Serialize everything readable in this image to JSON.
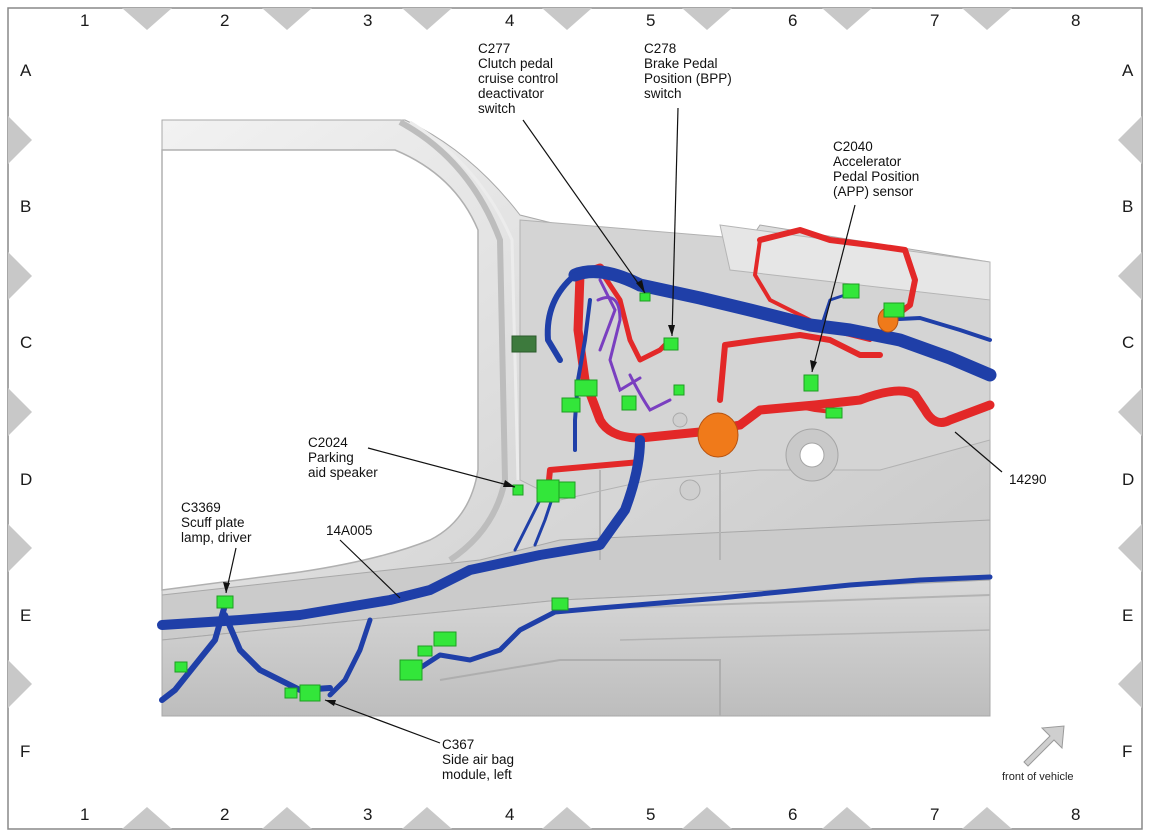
{
  "grid": {
    "columns": [
      "1",
      "2",
      "3",
      "4",
      "5",
      "6",
      "7",
      "8"
    ],
    "rows": [
      "A",
      "B",
      "C",
      "D",
      "E",
      "F"
    ]
  },
  "callouts": {
    "c277": {
      "id": "C277",
      "lines": [
        "Clutch pedal",
        "cruise control",
        "deactivator",
        "switch"
      ]
    },
    "c278": {
      "id": "C278",
      "lines": [
        "Brake Pedal",
        "Position (BPP)",
        "switch"
      ]
    },
    "c2040": {
      "id": "C2040",
      "lines": [
        "Accelerator",
        "Pedal Position",
        "(APP) sensor"
      ]
    },
    "c2024": {
      "id": "C2024",
      "lines": [
        "Parking",
        "aid speaker"
      ]
    },
    "c3369": {
      "id": "C3369",
      "lines": [
        "Scuff plate",
        "lamp, driver"
      ]
    },
    "c367": {
      "id": "C367",
      "lines": [
        "Side air bag",
        "module, left"
      ]
    },
    "harness_14a005": {
      "id": "14A005"
    },
    "harness_14290": {
      "id": "14290"
    }
  },
  "front_of_vehicle": "front of vehicle",
  "colors": {
    "blue_harness": "#1f3fa8",
    "red_harness": "#e32828",
    "connector": "#33e63a",
    "purple_wire": "#7a3fc0",
    "orange_grommet": "#f07a1a",
    "body_gray": "#d9d9d9"
  }
}
